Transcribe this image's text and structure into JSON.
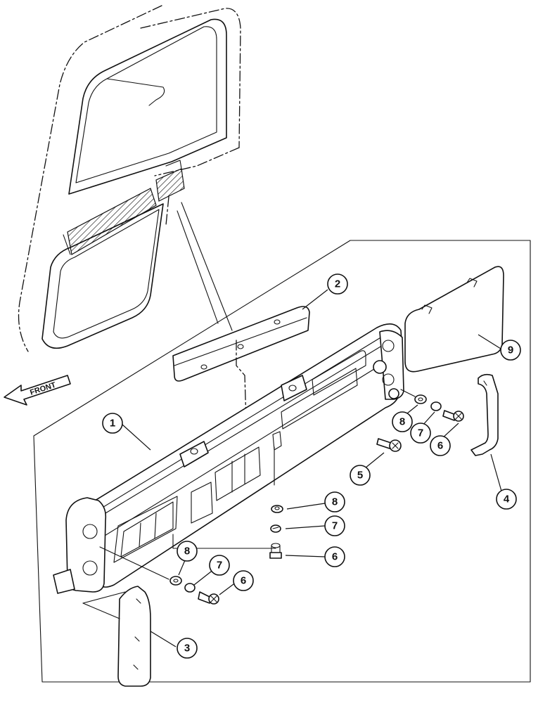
{
  "diagram": {
    "direction_label": "FRONT",
    "callouts": [
      {
        "id": "c1",
        "label": "1"
      },
      {
        "id": "c2",
        "label": "2"
      },
      {
        "id": "c3",
        "label": "3"
      },
      {
        "id": "c4",
        "label": "4"
      },
      {
        "id": "c5",
        "label": "5"
      },
      {
        "id": "c6a",
        "label": "6"
      },
      {
        "id": "c6b",
        "label": "6"
      },
      {
        "id": "c6c",
        "label": "6"
      },
      {
        "id": "c7a",
        "label": "7"
      },
      {
        "id": "c7b",
        "label": "7"
      },
      {
        "id": "c7c",
        "label": "7"
      },
      {
        "id": "c8a",
        "label": "8"
      },
      {
        "id": "c8b",
        "label": "8"
      },
      {
        "id": "c8c",
        "label": "8"
      },
      {
        "id": "c9",
        "label": "9"
      }
    ]
  }
}
